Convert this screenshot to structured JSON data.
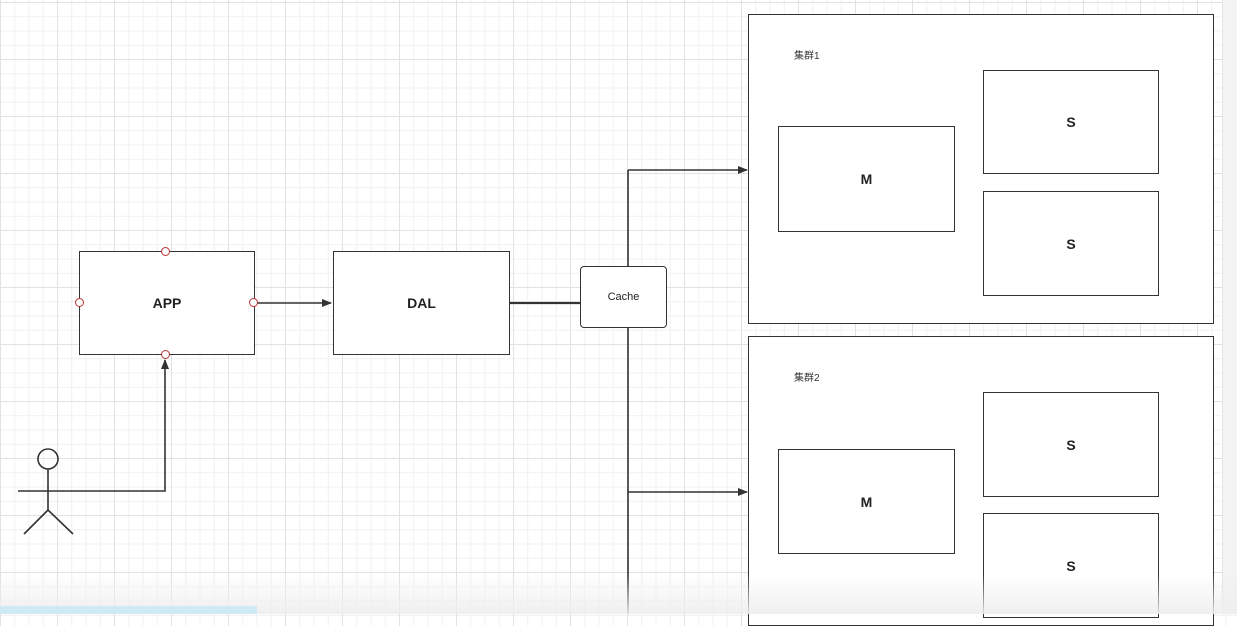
{
  "nodes": {
    "app": "APP",
    "dal": "DAL",
    "cache": "Cache"
  },
  "clusters": [
    {
      "label": "集群1",
      "master": "M",
      "slaves": [
        "S",
        "S"
      ]
    },
    {
      "label": "集群2",
      "master": "M",
      "slaves": [
        "S",
        "S"
      ]
    }
  ],
  "colors": {
    "stroke": "#333333",
    "handle": "#b33333",
    "grid": "#e2e2e2"
  }
}
